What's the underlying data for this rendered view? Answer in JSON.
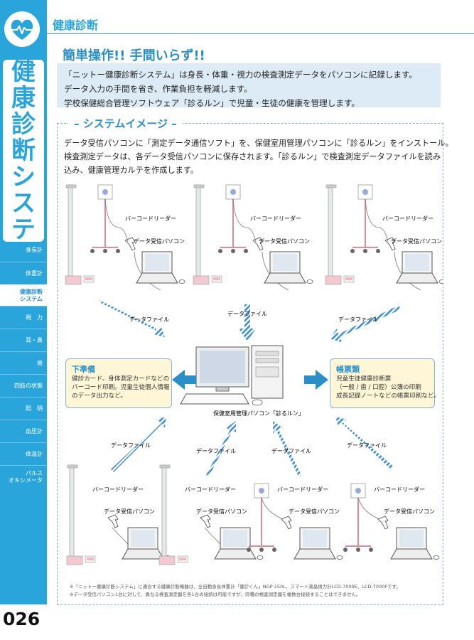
{
  "header": {
    "section_title": "健康診断"
  },
  "sidebar": {
    "title_chars": [
      "健",
      "康",
      "診",
      "断",
      "シ",
      "ス",
      "テ",
      "ム"
    ],
    "nav": [
      {
        "label": "身長計"
      },
      {
        "label": "体重計"
      },
      {
        "label_line1": "健康診断",
        "label_line2": "システム"
      },
      {
        "label": "視　力"
      },
      {
        "label": "耳・鼻"
      },
      {
        "label": "歯"
      },
      {
        "label": "四肢の状態"
      },
      {
        "label": "照　明"
      },
      {
        "label": "血圧計"
      },
      {
        "label": "体温計"
      },
      {
        "label_line1": "パルス",
        "label_line2": "オキシメータ"
      }
    ]
  },
  "headline": "簡単操作!! 手間いらず!!",
  "intro": [
    "「ニットー健康診断システム」は身長・体重・視力の検査測定データをパソコンに記録します。",
    "データ入力の手間を省き、作業負担を軽減します。",
    "学校保健総合管理ソフトウェア「診るルン」で児童・生徒の健康を管理します。"
  ],
  "system": {
    "title": "システムイメージ",
    "desc": [
      "データ受信パソコンに「測定データ通信ソフト」を、保健室用管理パソコンに「診るルン」をインストール。",
      "検査測定データは、各データ受信パソコンに保存されます。「診るルン」で検査測定データファイルを読み",
      "込み、健康管理カルテを作成します。"
    ]
  },
  "diagram": {
    "barcode_reader": "バーコードリーダー",
    "receiver_pc": "データ受信パソコン",
    "data_file": "データファイル",
    "center_caption": "保健室用管理パソコン「診るルン」",
    "left_panel": {
      "title": "下準備",
      "lines": [
        "健診カード、身体測定カードなどの",
        "バーコード印刷。児童生徒個人情報",
        "のデータ出力など。"
      ]
    },
    "right_panel": {
      "title": "帳票類",
      "lines": [
        "児童生徒健康診断票",
        "（一般 / 歯 / 口腔）公簿の印刷",
        "成長記録ノートなどの帳票印刷など。"
      ]
    }
  },
  "footnotes": [
    "※「ニットー健康診断システム」に適合する健康診断機器は、全自動身長体重計「健診くん」NGP-150L、スマート液晶視力計LCD-7000E、LCD-7000Fです。",
    "※データ受信パソコン1台に対して、異なる検査測定器を各1台の接続は可能ですが、同種の検査測定器を複数台接続することはできません。"
  ],
  "page_number": "026",
  "colors": {
    "accent": "#2aa5dc",
    "panel_bg": "#fff6d8",
    "intro_bg": "#dcebf5"
  }
}
